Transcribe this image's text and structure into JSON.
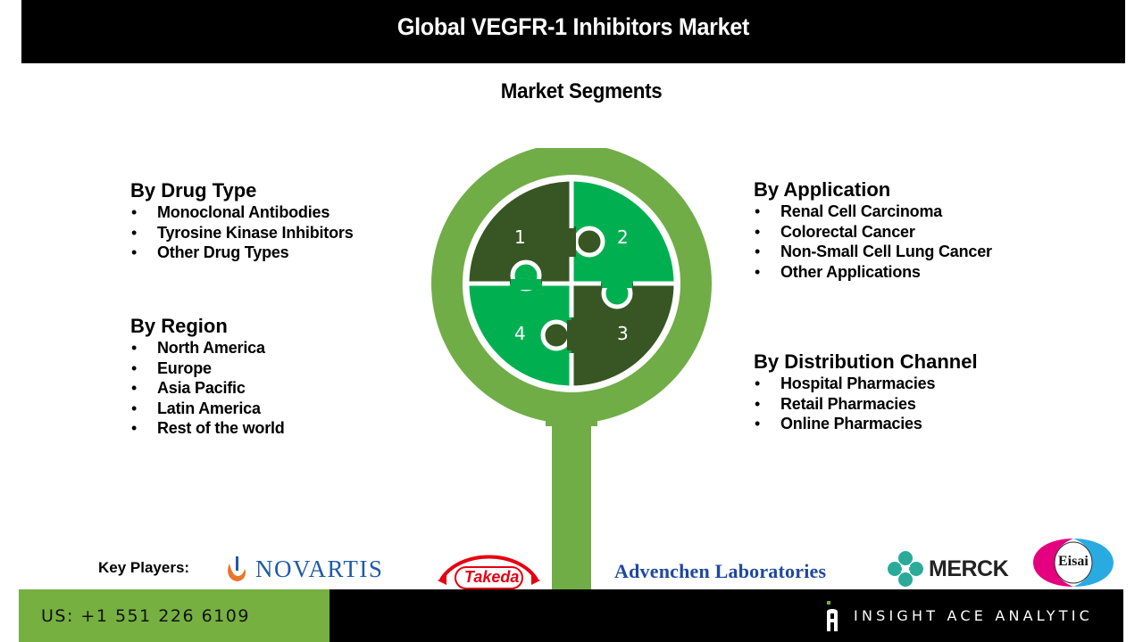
{
  "header": {
    "title": "Global VEGFR-1 Inhibitors Market"
  },
  "subtitle": "Market Segments",
  "segments": {
    "drug_type": {
      "title": "By Drug Type",
      "items": [
        "Monoclonal Antibodies",
        "Tyrosine Kinase Inhibitors",
        "Other Drug Types"
      ]
    },
    "region": {
      "title": "By Region",
      "items": [
        "North America",
        "Europe",
        "Asia Pacific",
        "Latin America",
        "Rest of the world"
      ]
    },
    "application": {
      "title": "By Application",
      "items": [
        "Renal Cell Carcinoma",
        "Colorectal Cancer",
        "Non-Small Cell Lung Cancer",
        "Other Applications"
      ]
    },
    "distribution": {
      "title": "By Distribution Channel",
      "items": [
        "Hospital Pharmacies",
        "Retail Pharmacies",
        "Online Pharmacies"
      ]
    }
  },
  "bullet": "•",
  "graphic": {
    "pieces": [
      "1",
      "2",
      "3",
      "4"
    ],
    "colors": {
      "ring": "#70ad47",
      "dark": "#375623",
      "bright": "#00b050",
      "divider": "#ffffff"
    }
  },
  "key_players": {
    "label": "Key Players:",
    "logos": [
      "NOVARTIS",
      "Takeda",
      "Advenchen Laboratories",
      "MERCK",
      "Eisai"
    ]
  },
  "footer": {
    "phone": "US: +1 551 226 6109",
    "brand": "INSIGHT ACE ANALYTIC",
    "colors": {
      "green": "#76b041",
      "black": "#000000"
    }
  }
}
